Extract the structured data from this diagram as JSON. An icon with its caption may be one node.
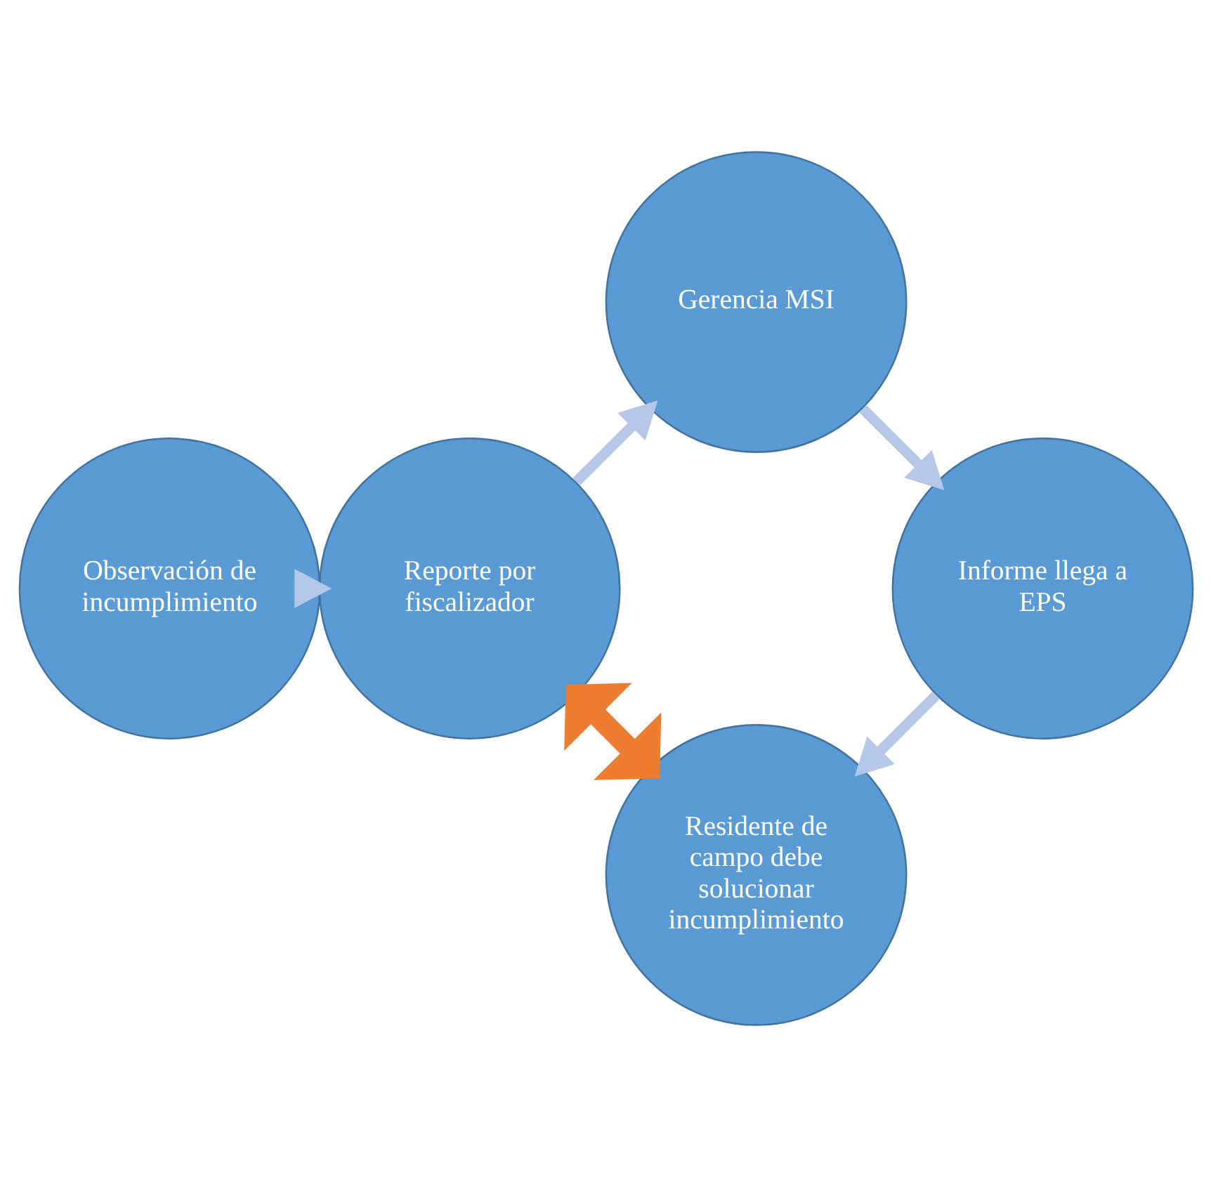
{
  "diagram": {
    "nodes": [
      {
        "text": [
          "Observación de incumplimiento"
        ]
      },
      {
        "text": [
          "Reporte por fiscalizador"
        ]
      },
      {
        "text": [
          "Gerencia MSI"
        ]
      },
      {
        "text": [
          "Informe llega a EPS"
        ]
      },
      {
        "text": [
          "Residente de campo debe solucionar incumplimiento"
        ]
      }
    ],
    "edges": [
      {
        "from": 0,
        "to": 1,
        "arrow": "to"
      },
      {
        "from": 1,
        "to": 2,
        "arrow": "to"
      },
      {
        "from": 2,
        "to": 3,
        "arrow": "to"
      },
      {
        "from": 3,
        "to": 4,
        "arrow": "to"
      },
      {
        "from": 4,
        "to": 1,
        "arrow": "both",
        "style": "thick",
        "color": "#ed7d31"
      }
    ]
  }
}
